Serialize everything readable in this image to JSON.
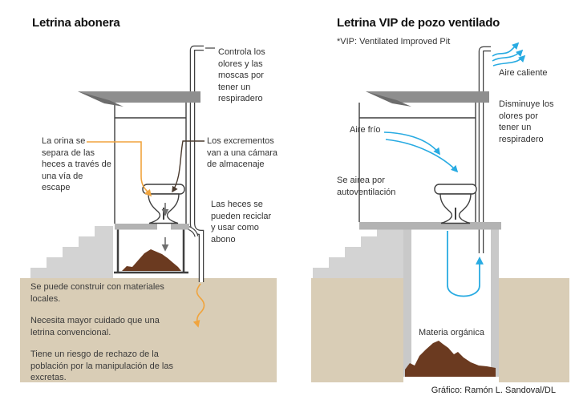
{
  "left": {
    "title": "Letrina abonera",
    "labels": {
      "vent": [
        "Controla los",
        "olores y las",
        "moscas por",
        "tener un",
        "respiradero"
      ],
      "urine": [
        "La orina se",
        "separa de las",
        "heces a través de",
        "una vía de",
        "escape"
      ],
      "excrement": [
        "Los excrementos",
        "van a una cámara",
        "de almacenaje"
      ],
      "feces": [
        "Las heces se",
        "pueden reciclar",
        "y usar como",
        "abono"
      ]
    },
    "ground_notes": [
      [
        "Se puede construir con materiales",
        "locales."
      ],
      [
        "Necesita mayor cuidado que una",
        "letrina convencional."
      ],
      [
        "Tiene un riesgo de rechazo de la",
        "población por la manipulación de las",
        "excretas."
      ]
    ]
  },
  "right": {
    "title": "Letrina VIP de pozo ventilado",
    "subtitle": "*VIP: Ventilated Improved Pit",
    "labels": {
      "hot_air": "Aire caliente",
      "vent": [
        "Disminuye los",
        "olores por",
        "tener un",
        "respiradero"
      ],
      "cold_air": "Aire frío",
      "self_vent": [
        "Se airea por",
        "autoventilación"
      ],
      "organic": "Materia orgánica"
    }
  },
  "credit": "Gráfico: Ramón L. Sandoval/DL",
  "colors": {
    "ground": "#d9cdb6",
    "steps": "#d3d3d3",
    "slab": "#b3b3b3",
    "pit_wall": "#c9c9c9",
    "roof": "#8e8e8e",
    "roof_dark": "#6c6c6c",
    "compost_brown": "#6b3a20",
    "urine_orange": "#f0a43e",
    "air_blue": "#29abe2",
    "line": "#3f3f3f",
    "arrow_gray": "#6f6f6f",
    "leader_dark": "#4a3a2e"
  }
}
